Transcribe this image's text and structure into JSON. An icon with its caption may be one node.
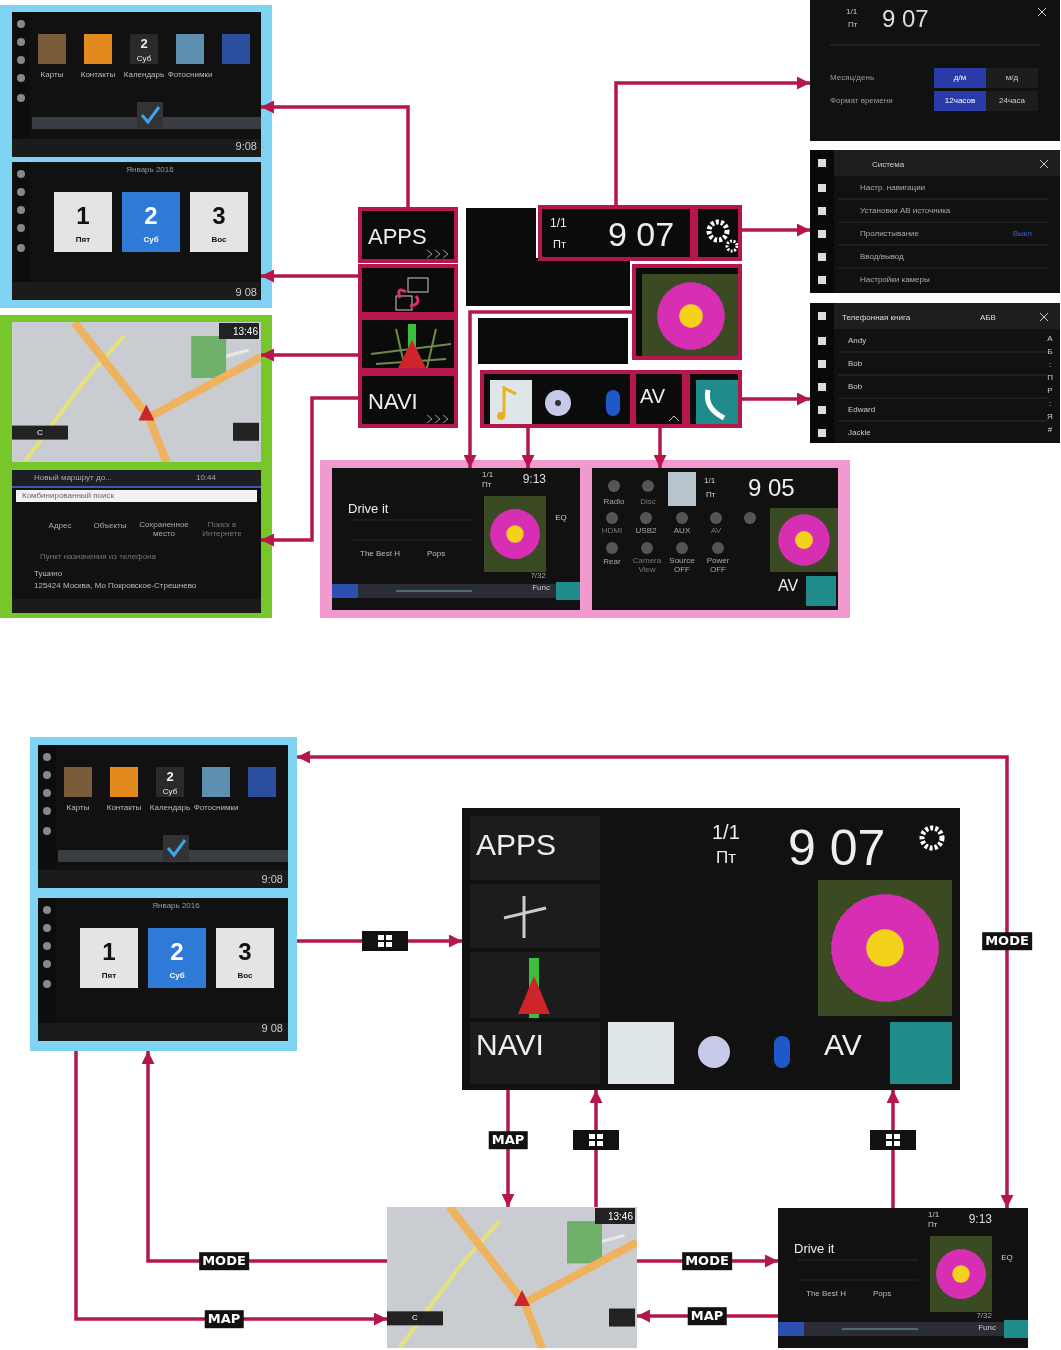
{
  "diagram": {
    "nodes": [
      {
        "text": [],
        "shape": "box"
      },
      {
        "text": [
          "Карты",
          "Контакты",
          "Календарь",
          "Фотоснимки",
          "2",
          "Суб",
          "9:08"
        ],
        "in": 0
      },
      {
        "text": [
          "Январь 2016",
          "1",
          "Пят",
          "2",
          "Суб",
          "3",
          "Вос",
          "9 08"
        ],
        "in": 0
      },
      {
        "text": [],
        "shape": "box"
      },
      {
        "text": [
          "13:46",
          "C"
        ],
        "in": 3
      },
      {
        "text": [
          "Новый маршрут до...",
          "10:44",
          "Комбинированный поиск",
          "Адрес",
          "Объекты",
          "Сохраненное место",
          "Поиск в Интернете",
          "Пункт назначения из телефона",
          "Тушино",
          "125424 Москва, Мо Покровское-Стрешнево"
        ],
        "in": 3
      },
      {
        "text": [
          "APPS"
        ]
      },
      {
        "text": [],
        "shape": "picture"
      },
      {
        "text": [],
        "shape": "picture"
      },
      {
        "text": [
          "NAVI"
        ]
      },
      {
        "text": [
          "1/1",
          "Пт",
          "9 07"
        ]
      },
      {
        "text": [],
        "shape": "picture"
      },
      {
        "text": [],
        "shape": "picture"
      },
      {
        "text": [],
        "shape": "picture"
      },
      {
        "text": [
          "AV"
        ]
      },
      {
        "text": [],
        "shape": "picture"
      },
      {
        "text": [
          "1/1",
          "Пт",
          "9 07",
          "Месяц/день",
          "д/м",
          "м/д",
          "Формат времени",
          "12часов",
          "24часа"
        ]
      },
      {
        "text": [
          "Система",
          "Настр. навигации",
          "Установки АВ источника",
          "Пролистывание",
          "Выкл",
          "Ввод/вывод",
          "Настройки камеры"
        ]
      },
      {
        "text": [
          "Телефонная книга",
          "АБВ",
          "Andy",
          "Bob",
          "Bob",
          "Edward",
          "Jackie",
          "А",
          "Б",
          ":",
          "П",
          "Р",
          ":",
          "Я",
          "#"
        ]
      },
      {
        "text": [],
        "shape": "box"
      },
      {
        "text": [
          "1/1",
          "Пт",
          "9:13",
          "Drive it",
          "The Best H",
          "Pops",
          "EQ",
          "7/32",
          "Func"
        ],
        "in": 19
      },
      {
        "text": [
          "Radio",
          "Disc",
          "HDMI",
          "USB2",
          "AUX",
          "AV",
          "Rear",
          "Camera View",
          "Source OFF",
          "Power OFF",
          "1/1",
          "Пт",
          "9 05",
          "AV"
        ],
        "in": 19
      },
      {
        "text": [],
        "shape": "box"
      },
      {
        "text": [
          "Карты",
          "Контакты",
          "Календарь",
          "Фотоснимки",
          "2",
          "Суб",
          "9:08"
        ],
        "in": 22
      },
      {
        "text": [
          "Январь 2016",
          "1",
          "Пят",
          "2",
          "Суб",
          "3",
          "Вос",
          "9 08"
        ],
        "in": 22
      },
      {
        "text": [
          "APPS",
          "NAVI",
          "1/1",
          "Пт",
          "9 07",
          "AV"
        ]
      },
      {
        "text": [
          "13:46",
          "C"
        ]
      },
      {
        "text": [
          "1/1",
          "Пт",
          "9:13",
          "Drive it",
          "The Best H",
          "Pops",
          "EQ",
          "7/32",
          "Func"
        ]
      }
    ],
    "edges": [
      {
        "from": 6,
        "to": 1,
        "arrow": "to"
      },
      {
        "from": 7,
        "to": 2,
        "arrow": "to"
      },
      {
        "from": 8,
        "to": 4,
        "arrow": "to"
      },
      {
        "from": 9,
        "to": 5,
        "arrow": "to"
      },
      {
        "from": 10,
        "to": 16,
        "arrow": "to"
      },
      {
        "from": 11,
        "to": 17,
        "arrow": "to"
      },
      {
        "from": 15,
        "to": 18,
        "arrow": "to"
      },
      {
        "from": 12,
        "to": 20,
        "arrow": "to"
      },
      {
        "from": 13,
        "to": 20,
        "arrow": "to"
      },
      {
        "from": 14,
        "to": 21,
        "arrow": "to"
      },
      {
        "from": 27,
        "to": 22,
        "arrow": "both",
        "label": "MODE"
      },
      {
        "from": 22,
        "to": 25,
        "arrow": "to"
      },
      {
        "from": 25,
        "to": 26,
        "arrow": "to",
        "label": "MAP"
      },
      {
        "from": 26,
        "to": 25,
        "arrow": "to"
      },
      {
        "from": 27,
        "to": 25,
        "arrow": "to"
      },
      {
        "from": 26,
        "to": 22,
        "arrow": "to",
        "label": "MODE"
      },
      {
        "from": 22,
        "to": 26,
        "arrow": "to",
        "label": "MAP"
      },
      {
        "from": 26,
        "to": 27,
        "arrow": "to",
        "label": "MODE"
      },
      {
        "from": 27,
        "to": 26,
        "arrow": "to",
        "label": "MAP"
      }
    ]
  }
}
